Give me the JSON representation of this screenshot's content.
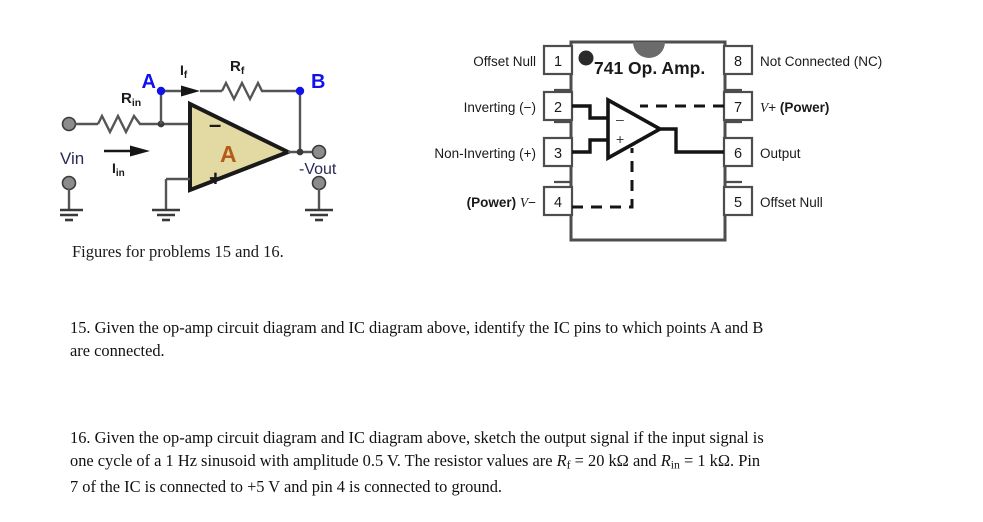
{
  "document": {
    "caption": "Figures for problems 15 and 16."
  },
  "circuit": {
    "title": "Inverting op-amp circuit diagram",
    "labels": {
      "rin": "R",
      "rin_sub": "in",
      "rf": "R",
      "rf_sub": "f",
      "if": "I",
      "if_sub": "f",
      "iin": "I",
      "iin_sub": "in",
      "node_a": "A",
      "node_b": "B",
      "vin": "Vin",
      "vout": "-Vout",
      "amp_gain": "A",
      "inverting_sign": "-",
      "noninverting_sign": "+"
    },
    "colors": {
      "node_label": "#1111ee",
      "node_dot": "#1111ee",
      "amp_fill": "#e3d9a3",
      "amp_stroke": "#1a1a1a",
      "amp_letter": "#b35c18",
      "wire": "#555555",
      "terminal_fill": "#8c8c8c"
    }
  },
  "ic": {
    "chip_title": "741 Op. Amp.",
    "pins_left": [
      {
        "number": "1",
        "label": "Offset Null"
      },
      {
        "number": "2",
        "label_plain": "Inverting (",
        "label_sym": "−",
        "label_tail": ")"
      },
      {
        "number": "3",
        "label_plain": "Non-Inverting (",
        "label_sym": "+",
        "label_tail": ")"
      },
      {
        "number": "4",
        "label_bold": "(Power)",
        "label_var": "V",
        "label_tail": "−"
      }
    ],
    "pins_right": [
      {
        "number": "8",
        "label": "Not Connected (NC)"
      },
      {
        "number": "7",
        "label_var": "V",
        "label_plus": "+",
        "label_bold": "(Power)"
      },
      {
        "number": "6",
        "label": "Output"
      },
      {
        "number": "5",
        "label": "Offset Null"
      }
    ],
    "colors": {
      "body_stroke": "#4d4d4d",
      "body_fill": "#ffffff",
      "notch_fill": "#6b6b6b",
      "dot_fill": "#2a2a2a",
      "internal_stroke": "#141414"
    }
  },
  "questions": [
    {
      "number": "15.",
      "lines": [
        "15. Given the op-amp circuit diagram and IC diagram above, identify the IC pins to which points A and B",
        "are connected."
      ]
    },
    {
      "number": "16.",
      "lines": [
        "16. Given the op-amp circuit diagram and IC diagram above, sketch the output signal if the input signal is",
        "one cycle of a 1 Hz sinusoid with amplitude 0.5 V. The resistor values are Rf = 20 kΩ and Rin = 1 kΩ. Pin",
        "7 of the IC is connected to +5 V and pin 4 is connected to ground."
      ],
      "inline": {
        "l2_a": "one cycle of a 1 Hz sinusoid with amplitude 0.5 V. The resistor values are ",
        "l2_r1": "R",
        "l2_r1_sub": "f",
        "l2_b": " = 20 kΩ and ",
        "l2_r2": "R",
        "l2_r2_sub": "in",
        "l2_c": " = 1 kΩ. Pin",
        "l3": "7 of the IC is connected to +5 V and pin 4 is connected to ground."
      }
    }
  ]
}
